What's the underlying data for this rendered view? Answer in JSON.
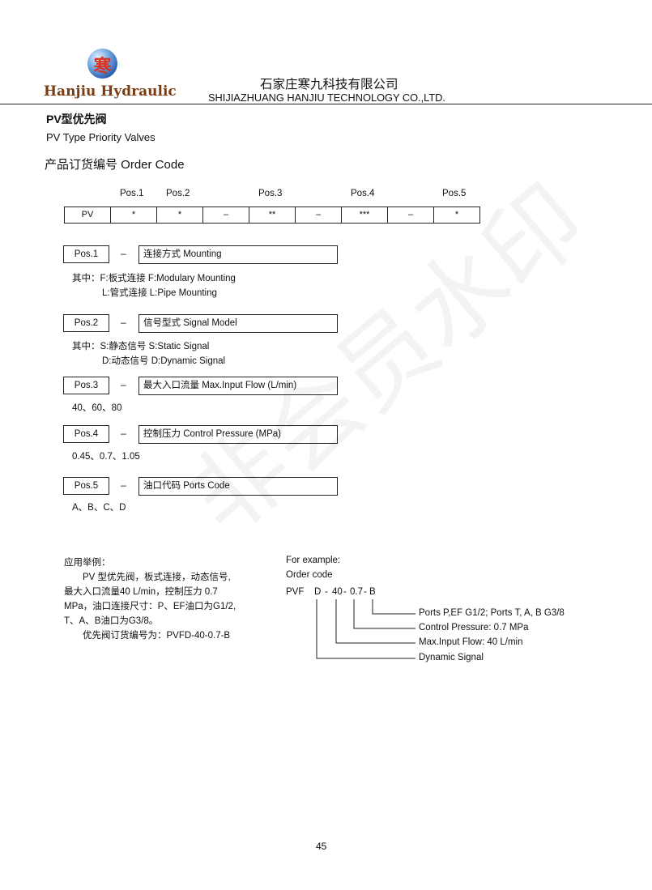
{
  "header": {
    "logo_glyph": "寒",
    "brand_name": "Hanjiu Hydraulic",
    "company_cn": "石家庄寒九科技有限公司",
    "company_en": "SHIJIAZHUANG HANJIU TECHNOLOGY CO.,LTD."
  },
  "title": {
    "cn": "PV型优先阀",
    "en": "PV Type  Priority Valves"
  },
  "order_code_heading": "产品订货编号 Order Code",
  "code_table": {
    "positions": [
      "Pos.1",
      "Pos.2",
      "Pos.3",
      "Pos.4",
      "Pos.5"
    ],
    "cells": [
      "PV",
      "*",
      "*",
      "–",
      "**",
      "–",
      "***",
      "–",
      "*"
    ]
  },
  "sections": [
    {
      "pos": "Pos.1",
      "dash": "–",
      "title": "连接方式 Mounting",
      "options": [
        "其中：F:板式连接  F:Modulary Mounting",
        "L:管式连接  L:Pipe Mounting"
      ]
    },
    {
      "pos": "Pos.2",
      "dash": "–",
      "title": "信号型式 Signal Model",
      "options": [
        "其中：S:静态信号   S:Static Signal",
        "D:动态信号  D:Dynamic Signal"
      ]
    },
    {
      "pos": "Pos.3",
      "dash": "–",
      "title": "最大入口流量 Max.Input Flow (L/min)",
      "options": [
        "40、60、80"
      ]
    },
    {
      "pos": "Pos.4",
      "dash": "–",
      "title": "控制压力 Control Pressure (MPa)",
      "options": [
        "0.45、0.7、1.05"
      ]
    },
    {
      "pos": "Pos.5",
      "dash": "–",
      "title": "油口代码 Ports Code",
      "options": [
        "A、B、C、D"
      ]
    }
  ],
  "example_cn": {
    "heading": "应用举例：",
    "lines": [
      "PV 型优先阀，板式连接，动态信号,",
      "最大入口流量40  L/min，控制压力  0.7",
      "MPa，油口连接尺寸：P、EF油口为G1/2,",
      "T、A、B油口为G3/8。",
      "优先阀订货编号为：PVFD-40-0.7-B"
    ]
  },
  "example_en": {
    "heading": "For example:",
    "order_label": "Order code",
    "code_parts": [
      "PVF",
      "D",
      "-",
      "40",
      "-",
      "0.7",
      "-",
      "B"
    ],
    "callouts": [
      "Ports P,EF  G1/2; Ports  T, A, B  G3/8",
      "Control Pressure: 0.7 MPa",
      "Max.Input Flow: 40  L/min",
      "Dynamic Signal"
    ]
  },
  "watermark": "非会员水印",
  "page_number": "45"
}
